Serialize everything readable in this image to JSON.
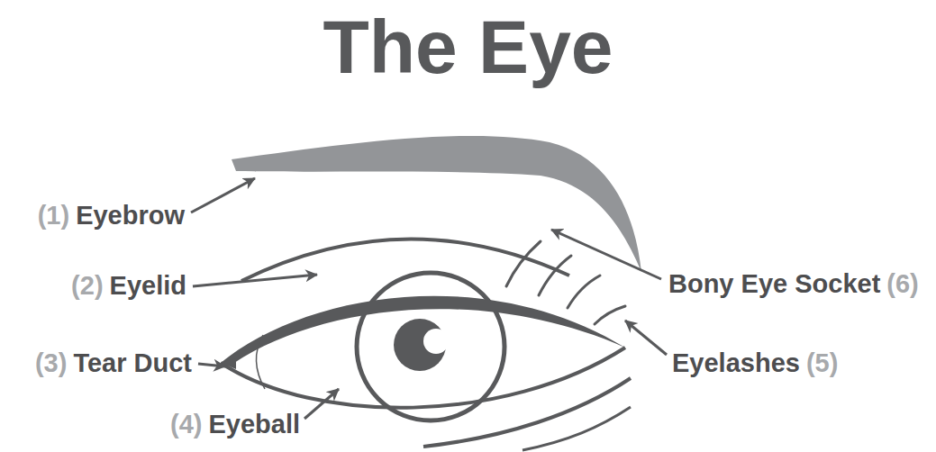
{
  "diagram": {
    "title": "The Eye",
    "labels": [
      "(1)",
      "Eyebrow",
      "(2)",
      "Eyelid",
      "(3)",
      "Tear Duct",
      "(4)",
      "Eyeball",
      "Bony Eye Socket",
      "(6)",
      "Eyelashes",
      "(5)"
    ]
  }
}
